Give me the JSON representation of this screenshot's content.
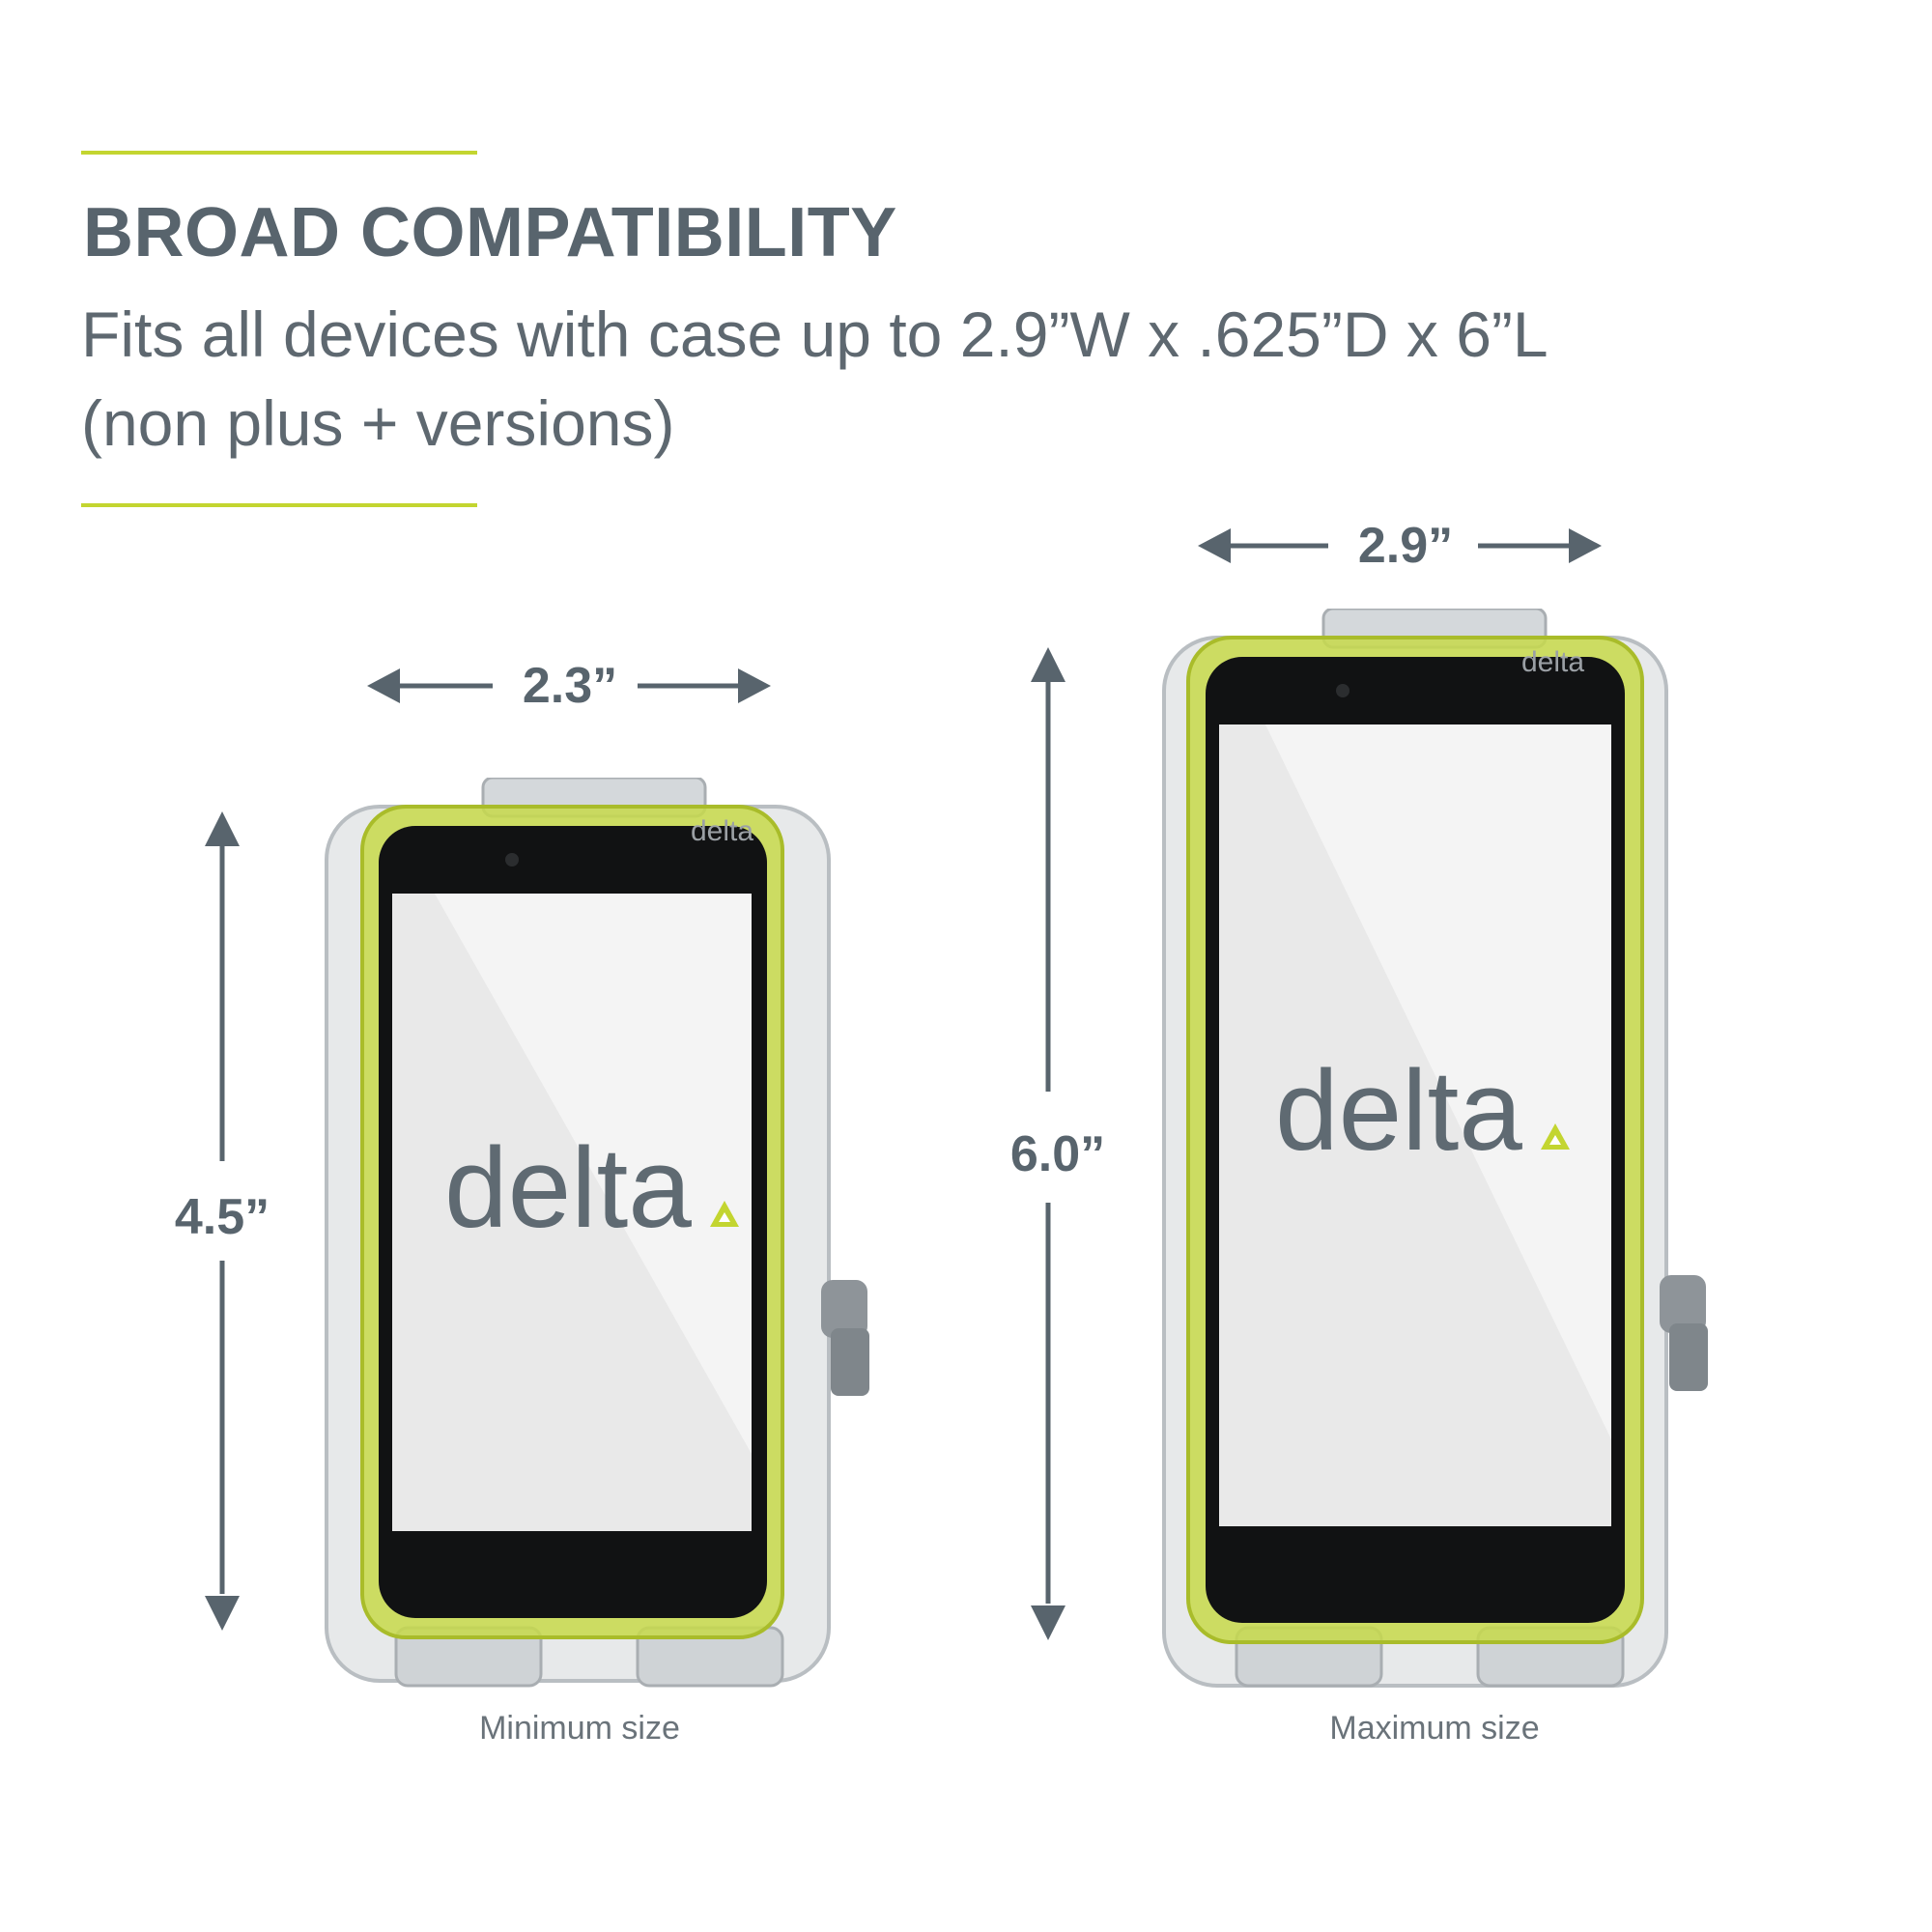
{
  "header": {
    "title": "BROAD COMPATIBILITY",
    "subtitle_line1": "Fits all devices with case up to  2.9”W x .625”D x 6”L",
    "subtitle_line2": "(non plus + versions)"
  },
  "accent_color": "#c3d530",
  "text_color": "#58646d",
  "minimum": {
    "width_label": "2.3”",
    "height_label": "4.5”",
    "caption": "Minimum size",
    "logo_text": "delta",
    "case_text": "delta"
  },
  "maximum": {
    "width_label": "2.9”",
    "height_label": "6.0”",
    "caption": "Maximum size",
    "logo_text": "delta",
    "case_text": "delta"
  },
  "icons": {
    "arrow": "double-arrow-icon",
    "logo_mark": "triangle-logo-icon"
  }
}
